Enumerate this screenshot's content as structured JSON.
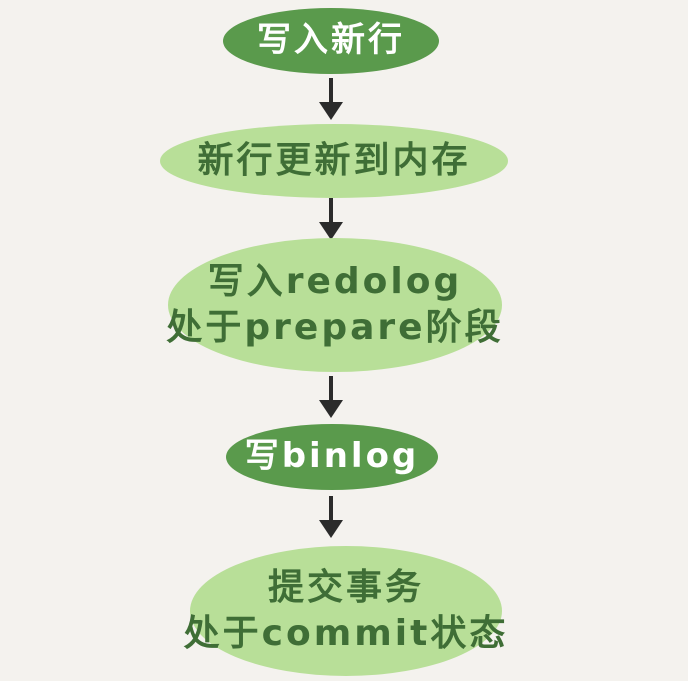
{
  "colors": {
    "background": "#f4f2ee",
    "dark_node": "#5a9a4c",
    "light_node": "#b8df98",
    "light_text": "#3f6e36",
    "arrow": "#2b2b2b"
  },
  "flow": {
    "steps": [
      {
        "lines": [
          "写入新行"
        ]
      },
      {
        "lines": [
          "新行更新到内存"
        ]
      },
      {
        "lines": [
          "写入redolog",
          "处于prepare阶段"
        ]
      },
      {
        "lines": [
          "写binlog"
        ]
      },
      {
        "lines": [
          "提交事务",
          "处于commit状态"
        ]
      }
    ]
  }
}
